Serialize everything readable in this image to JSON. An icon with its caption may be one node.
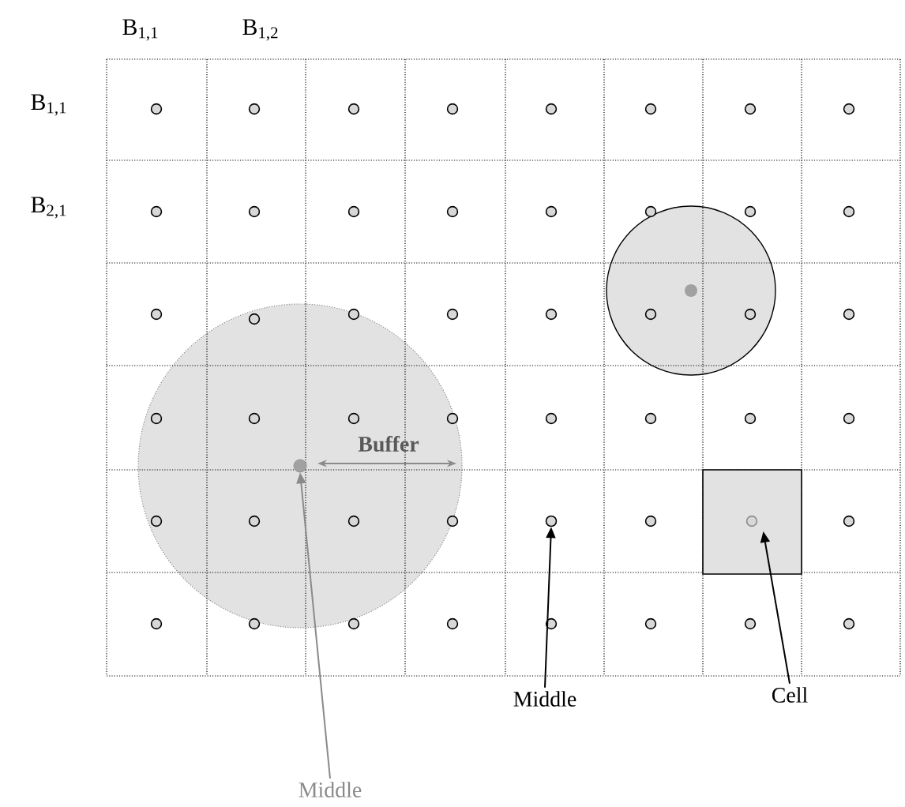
{
  "diagram": {
    "nodes": [
      {
        "text": [],
        "shape": "circle"
      },
      {
        "text": [],
        "shape": "circle"
      },
      {
        "text": [],
        "shape": "box"
      },
      {
        "text": [
          "Middle"
        ]
      },
      {
        "text": [
          "Middle"
        ]
      },
      {
        "text": [
          "Cell"
        ]
      }
    ],
    "edges": [
      {
        "from": 3,
        "to": 0,
        "arrow": "to",
        "color": "#8a8a8a"
      },
      {
        "from": 4,
        "to": 1,
        "arrow": "to"
      },
      {
        "from": 5,
        "to": 2,
        "arrow": "to"
      }
    ],
    "labels": [
      "B$_{1,1}$",
      "B$_{1,2}$",
      "B$_{1,1}$",
      "B$_{2,1}$",
      "Buffer"
    ]
  }
}
